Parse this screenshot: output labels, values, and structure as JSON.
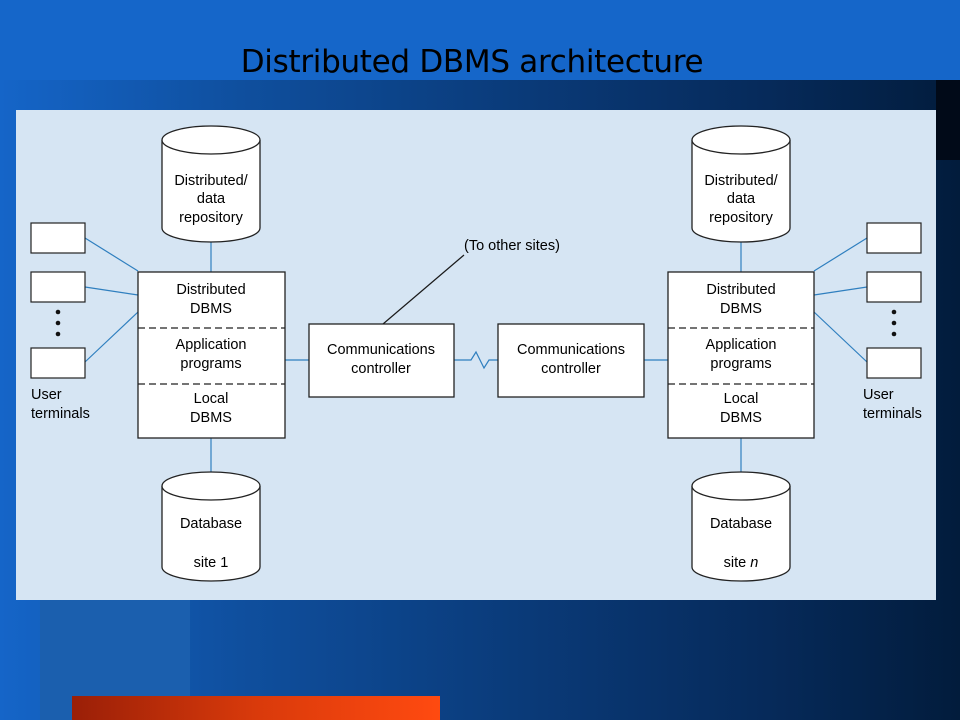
{
  "slide": {
    "title": "Distributed DBMS architecture",
    "colors": {
      "background": "#1565c8",
      "panel": "#d6e5f3",
      "accent": "#e8400c",
      "line": "#2f7fbf"
    }
  },
  "diagram": {
    "left_site": {
      "repository_line1": "Distributed/",
      "repository_line2": "data",
      "repository_line3": "repository",
      "dbms_dist_1": "Distributed",
      "dbms_dist_2": "DBMS",
      "dbms_app_1": "Application",
      "dbms_app_2": "programs",
      "dbms_local_1": "Local",
      "dbms_local_2": "DBMS",
      "database_line1": "Database",
      "database_site_prefix": "site ",
      "database_site_id": "1",
      "terminals_line1": "User",
      "terminals_line2": "terminals",
      "controller_line1": "Communications",
      "controller_line2": "controller"
    },
    "right_site": {
      "repository_line1": "Distributed/",
      "repository_line2": "data",
      "repository_line3": "repository",
      "dbms_dist_1": "Distributed",
      "dbms_dist_2": "DBMS",
      "dbms_app_1": "Application",
      "dbms_app_2": "programs",
      "dbms_local_1": "Local",
      "dbms_local_2": "DBMS",
      "database_line1": "Database",
      "database_site_prefix": "site ",
      "database_site_id": "n",
      "terminals_line1": "User",
      "terminals_line2": "terminals",
      "controller_line1": "Communications",
      "controller_line2": "controller"
    },
    "other_sites_label": "(To other sites)"
  }
}
